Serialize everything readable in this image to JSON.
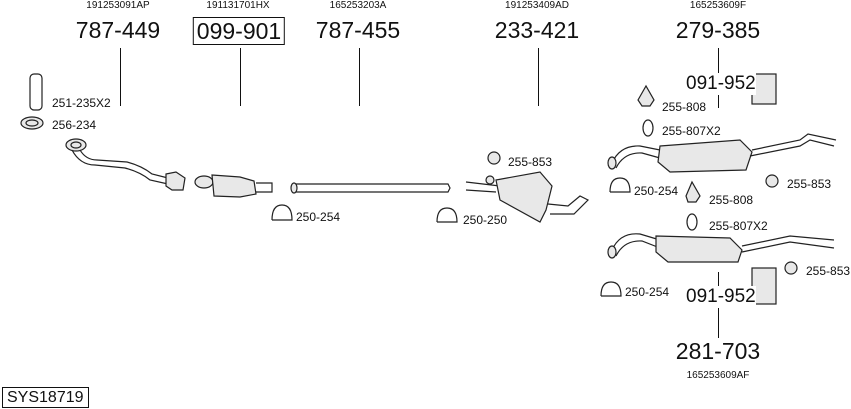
{
  "diagram_id": "SYS18719",
  "main_parts": [
    {
      "oe_number": "191253091AP",
      "part_number": "787-449",
      "boxed": false
    },
    {
      "oe_number": "191131701HX",
      "part_number": "099-901",
      "boxed": true
    },
    {
      "oe_number": "165253203A",
      "part_number": "787-455",
      "boxed": false
    },
    {
      "oe_number": "191253409AD",
      "part_number": "233-421",
      "boxed": false
    },
    {
      "oe_number": "165253609F",
      "part_number": "279-385",
      "boxed": false
    },
    {
      "oe_number": "165253609AF",
      "part_number": "281-703",
      "boxed": false
    }
  ],
  "mounting_kits": [
    "091-952",
    "091-952"
  ],
  "accessories": [
    "251-235X2",
    "256-234",
    "250-254",
    "250-250",
    "255-853",
    "255-808",
    "255-807X2",
    "250-254",
    "255-853",
    "255-808",
    "255-807X2",
    "255-853",
    "250-254"
  ]
}
